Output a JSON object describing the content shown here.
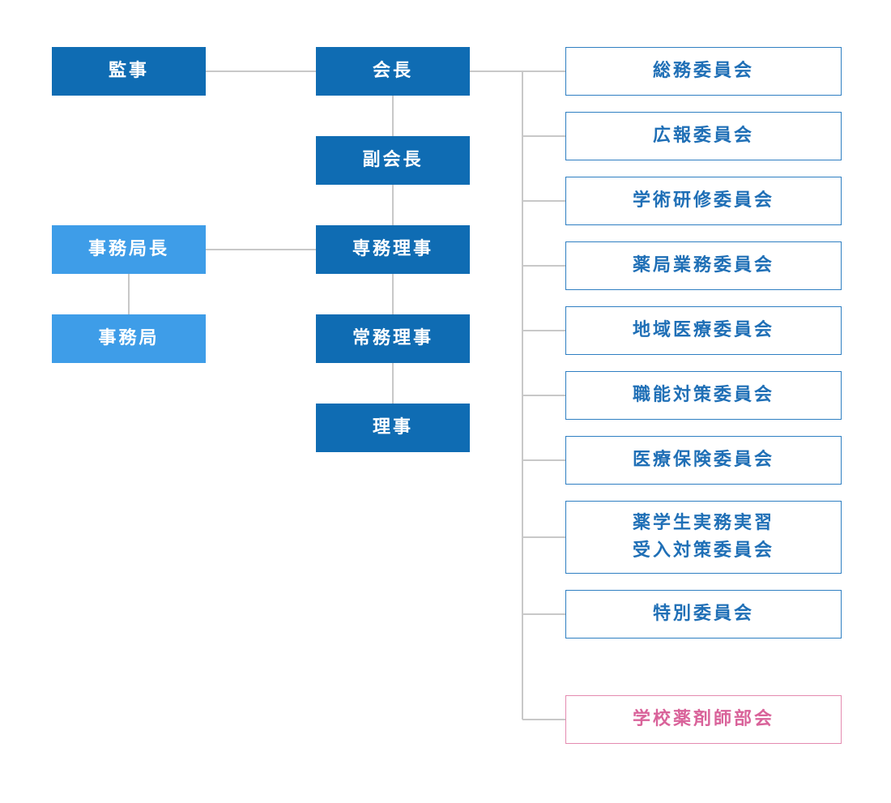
{
  "org_chart": {
    "auditor": "監事",
    "president": "会長",
    "vice_president": "副会長",
    "executive_director": "専務理事",
    "managing_director": "常務理事",
    "director": "理事",
    "secretariat_chief": "事務局長",
    "secretariat": "事務局",
    "committees": [
      {
        "lines": [
          "総務委員会"
        ]
      },
      {
        "lines": [
          "広報委員会"
        ]
      },
      {
        "lines": [
          "学術研修委員会"
        ]
      },
      {
        "lines": [
          "薬局業務委員会"
        ]
      },
      {
        "lines": [
          "地域医療委員会"
        ]
      },
      {
        "lines": [
          "職能対策委員会"
        ]
      },
      {
        "lines": [
          "医療保険委員会"
        ]
      },
      {
        "lines": [
          "薬学生実務実習",
          "受入対策委員会"
        ]
      },
      {
        "lines": [
          "特別委員会"
        ]
      }
    ],
    "school_pharmacist": "学校薬剤師部会"
  },
  "colors": {
    "dark_box": "#0f6cb3",
    "light_box": "#3e9de8",
    "outline_blue": "#2f7fc2",
    "outline_pink": "#e48bb0",
    "connector": "#c8c8c8"
  }
}
